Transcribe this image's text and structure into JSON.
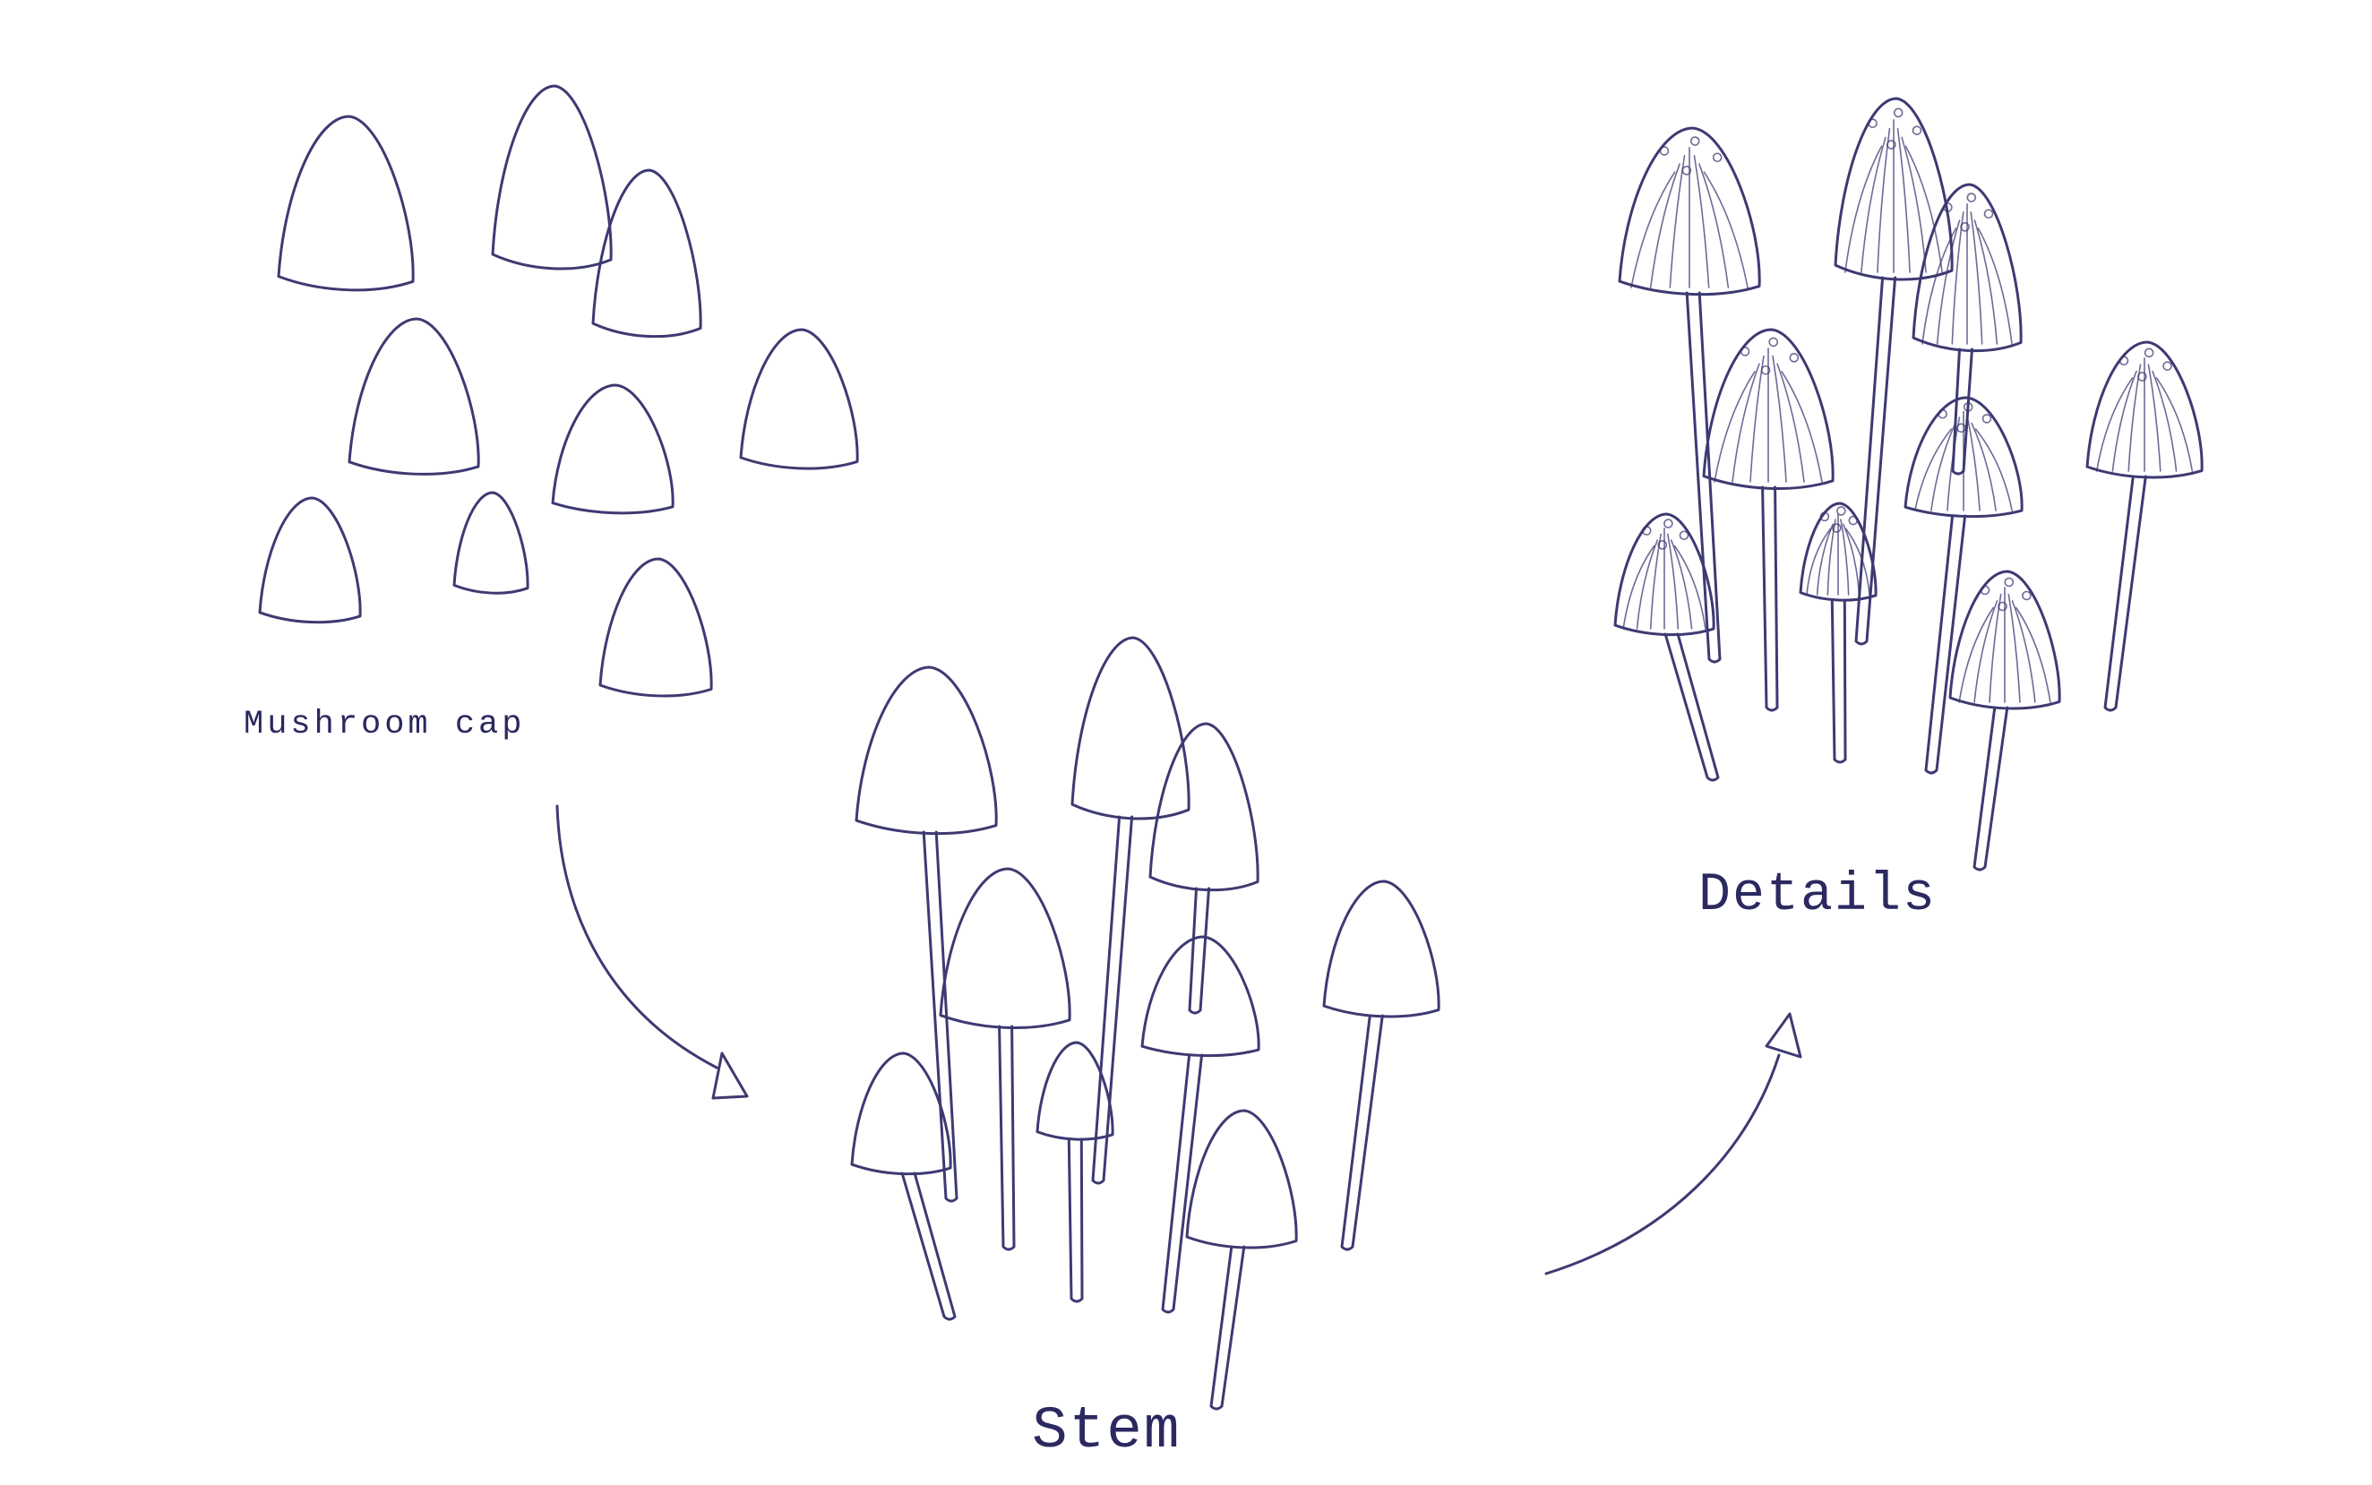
{
  "stages": [
    {
      "id": "caps",
      "label": "Mushroom cap"
    },
    {
      "id": "stem",
      "label": "Stem"
    },
    {
      "id": "details",
      "label": "Details"
    }
  ],
  "colors": {
    "pencil": "#3d3a72",
    "text": "#2b2960",
    "background": "#ffffff"
  },
  "icons": [
    "mushroom-cap-icon",
    "mushroom-icon",
    "arrow-icon"
  ]
}
